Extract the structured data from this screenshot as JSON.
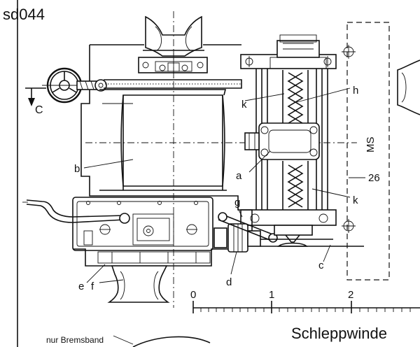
{
  "drawing": {
    "id_code": "sd044",
    "title": "Schleppwinde",
    "note": "nur Bremsband",
    "section_label": "C",
    "axis_label": "MS",
    "part_labels": [
      "a",
      "b",
      "c",
      "d",
      "e",
      "f",
      "g",
      "h",
      "k",
      "k",
      "26"
    ]
  },
  "scale": {
    "ticks": [
      "0",
      "1",
      "2"
    ]
  }
}
